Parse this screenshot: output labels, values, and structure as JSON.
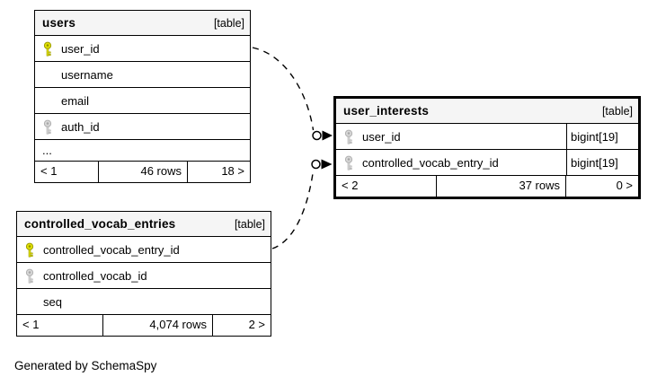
{
  "credit": "Generated by SchemaSpy",
  "colors": {
    "background": "#ffffff",
    "border": "#000000",
    "header_bg": "#f5f5f5",
    "primary_key": "#e3e303",
    "foreign_key": "#d8d8d8"
  },
  "tables": {
    "users": {
      "name": "users",
      "type_label": "[table]",
      "columns": [
        {
          "name": "user_id",
          "key": "primary"
        },
        {
          "name": "username",
          "key": "none"
        },
        {
          "name": "email",
          "key": "none"
        },
        {
          "name": "auth_id",
          "key": "foreign"
        },
        {
          "name": "...",
          "key": "ellipsis"
        }
      ],
      "footer": {
        "left": "< 1",
        "center": "46 rows",
        "right": "18 >"
      }
    },
    "user_interests": {
      "name": "user_interests",
      "type_label": "[table]",
      "columns": [
        {
          "name": "user_id",
          "key": "foreign",
          "datatype": "bigint[19]"
        },
        {
          "name": "controlled_vocab_entry_id",
          "key": "foreign",
          "datatype": "bigint[19]"
        }
      ],
      "footer": {
        "left": "< 2",
        "center": "37 rows",
        "right": "0 >"
      }
    },
    "controlled_vocab_entries": {
      "name": "controlled_vocab_entries",
      "type_label": "[table]",
      "columns": [
        {
          "name": "controlled_vocab_entry_id",
          "key": "primary"
        },
        {
          "name": "controlled_vocab_id",
          "key": "foreign"
        },
        {
          "name": "seq",
          "key": "none"
        }
      ],
      "footer": {
        "left": "< 1",
        "center": "4,074 rows",
        "right": "2 >"
      }
    }
  }
}
